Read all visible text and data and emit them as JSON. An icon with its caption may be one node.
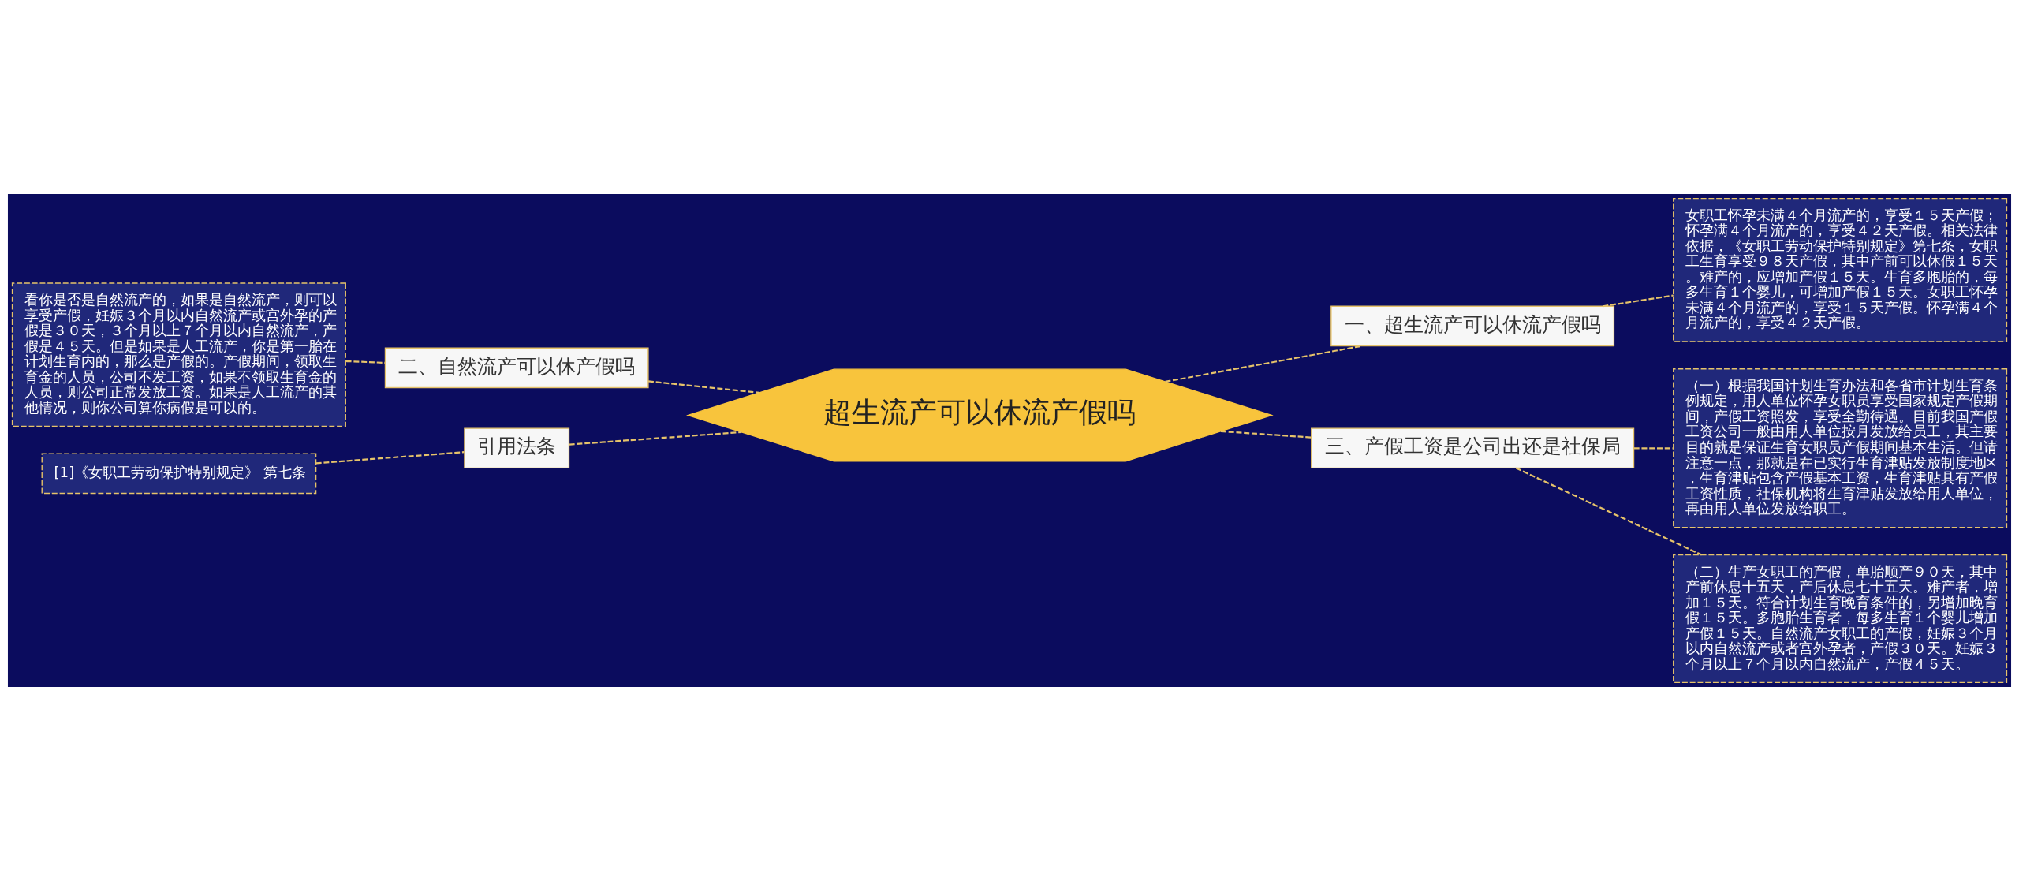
{
  "diagram": {
    "nodes": [
      {
        "text": [
          "超生流产可以休流产假吗"
        ]
      },
      {
        "text": [
          "一、超生流产可以休流产假吗"
        ]
      },
      {
        "text": [
          "女职工怀孕未满４个月流产的，享受１５天产假；怀孕满４个月流产的，享受４２天产假。相关法律依据，《女职工劳动保护特别规定》第七条，女职工生育享受９８天产假，其中产前可以休假１５天。难产的，应增加产假１５天。生育多胞胎的，每多生育１个婴儿，可增加产假１５天。女职工怀孕未满４个月流产的，享受１５天产假。怀孕满４个月流产的，享受４２天产假。"
        ]
      },
      {
        "text": [
          "三、产假工资是公司出还是社保局"
        ]
      },
      {
        "text": [
          "（一）根据我国计划生育办法和各省市计划生育条例规定，用人单位怀孕女职员享受国家规定产假期间，产假工资照发，享受全勤待遇。目前我国产假工资公司一般由用人单位按月发放给员工，其主要目的就是保证生育女职员产假期间基本生活。但请注意一点，那就是在已实行生育津贴发放制度地区，生育津贴包含产假基本工资，生育津贴具有产假工资性质，社保机构将生育津贴发放给用人单位，再由用人单位发放给职工。"
        ]
      },
      {
        "text": [
          "（二）生产女职工的产假，单胎顺产９０天，其中产前休息十五天，产后休息七十五天。难产者，增加１５天。符合计划生育晚育条件的，另增加晚育假１５天。多胞胎生育者，每多生育１个婴儿增加产假１５天。自然流产女职工的产假，妊娠３个月以内自然流产或者宫外孕者，产假３０天。妊娠３个月以上７个月以内自然流产，产假４５天。"
        ]
      },
      {
        "text": [
          "二、自然流产可以休产假吗"
        ]
      },
      {
        "text": [
          "看你是否是自然流产的，如果是自然流产，则可以享受产假，妊娠３个月以内自然流产或宫外孕的产假是３０天，３个月以上７个月以内自然流产，产假是４５天。但是如果是人工流产，你是第一胎在计划生育内的，那么是产假的。产假期间，领取生育金的人员，公司不发工资，如果不领取生育金的人员，则公司正常发放工资。如果是人工流产的其他情况，则你公司算你病假是可以的。"
        ]
      },
      {
        "text": [
          "引用法条"
        ]
      },
      {
        "text": [
          "[1]《女职工劳动保护特别规定》 第七条"
        ]
      }
    ],
    "edges": [
      {
        "from": 0,
        "to": 1,
        "arrow": "none"
      },
      {
        "from": 1,
        "to": 2,
        "arrow": "none"
      },
      {
        "from": 0,
        "to": 3,
        "arrow": "none"
      },
      {
        "from": 3,
        "to": 4,
        "arrow": "none"
      },
      {
        "from": 3,
        "to": 5,
        "arrow": "none"
      },
      {
        "from": 0,
        "to": 6,
        "arrow": "none"
      },
      {
        "from": 6,
        "to": 7,
        "arrow": "none"
      },
      {
        "from": 0,
        "to": 8,
        "arrow": "none"
      },
      {
        "from": 8,
        "to": 9,
        "arrow": "none"
      }
    ]
  }
}
